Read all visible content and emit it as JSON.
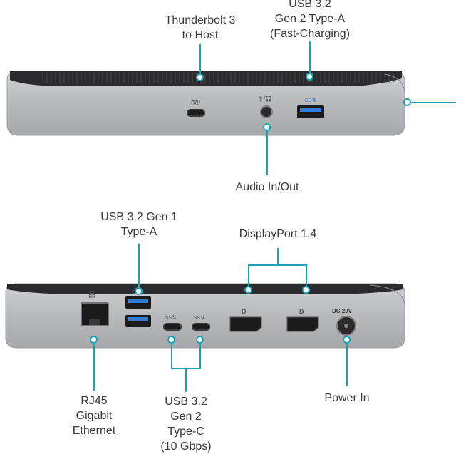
{
  "top_view": {
    "labels": {
      "tb3": "Thunderbolt 3\nto Host",
      "usb_a_fast": "USB 3.2\nGen 2 Type-A\n(Fast-Charging)",
      "audio": "Audio In/Out"
    },
    "port_icons": {
      "tb3": "⌧/",
      "audio": "🎙/🎧",
      "usb_a": "ss↯"
    }
  },
  "bottom_view": {
    "labels": {
      "usb_a_gen1": "USB 3.2 Gen 1\nType-A",
      "displayport": "DisplayPort 1.4",
      "rj45": "RJ45\nGigabit\nEthernet",
      "usb_c_gen2": "USB 3.2\nGen 2\nType-C\n(10 Gbps)",
      "power": "Power In"
    },
    "port_icons": {
      "ethernet": "品",
      "usb_a": "ss↯",
      "usb_c": "ss↯",
      "dp": "D",
      "dc": "DC 20V"
    }
  },
  "colors": {
    "accent": "#1aa3b8",
    "body": "#b9bbbe",
    "vent": "#2b2b2d",
    "port": "#1b1b1b",
    "usb_blue": "#2f7fd6"
  }
}
